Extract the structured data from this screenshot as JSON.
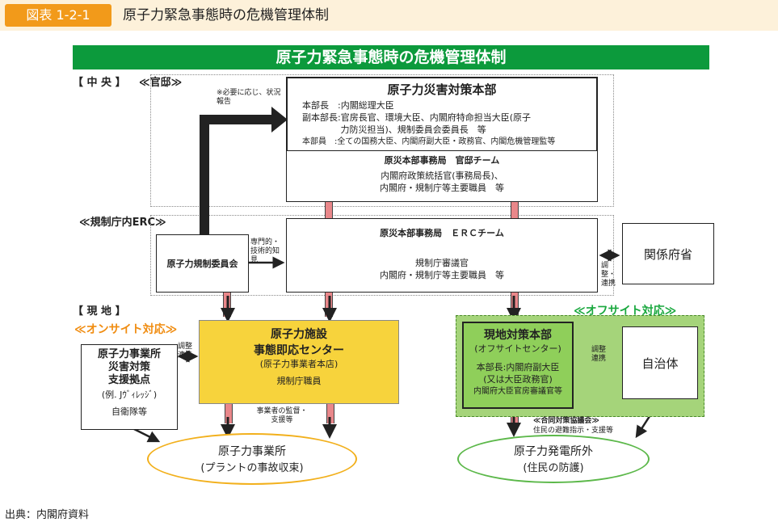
{
  "figure": {
    "number": "図表 1-2-1",
    "title": "原子力緊急事態時の危機管理体制"
  },
  "banner": "原子力緊急事態時の危機管理体制",
  "sections": {
    "central": "【 中 央 】",
    "kantei": "≪官邸≫",
    "erc": "≪規制庁内ERC≫",
    "local": "【 現 地 】",
    "onsite": "≪オンサイト対応≫",
    "offsite": "≪オフサイト対応≫"
  },
  "notes": {
    "report": "※必要に応じ、状況報告",
    "expertise": "専門的・技術的知見",
    "coord1": "調整・連携",
    "coord2": "調整連携",
    "coord3": "調整連携",
    "supervise": "事業者の監督・支援等",
    "joint_council": "≪合同対策協議会≫",
    "evac": "住民の避難指示・支援等"
  },
  "hq": {
    "title": "原子力災害対策本部",
    "lines": [
      "本部長　:内閣総理大臣",
      "副本部長:官房長官、環境大臣、内閣府特命担当大臣(原子",
      "　　　　 力防災担当)、規制委員会委員長　等",
      "本部員　:全ての国務大臣、内閣府副大臣・政務官、内閣危機管理監等"
    ],
    "team_title": "原災本部事務局　官邸チーム",
    "team_lines": [
      "内閣府政策統括官(事務局長)、",
      "内閣府・規制庁等主要職員　等"
    ]
  },
  "erc_team": {
    "title": "原災本部事務局　ＥＲＣチーム",
    "lines": [
      "規制庁審議官",
      "内閣府・規制庁等主要職員　等"
    ]
  },
  "nra": "原子力規制委員会",
  "ministries": "関係府省",
  "response_center": {
    "title1": "原子力施設",
    "title2": "事態即応センター",
    "sub": "(原子力事業者本店)",
    "staff": "規制庁職員"
  },
  "support_base": {
    "title": "原子力事業所\n災害対策\n支援拠点",
    "sub": "(例. Jｳﾞｨﾚｯｼﾞ)",
    "sdf": "自衛隊等"
  },
  "local_hq": {
    "title": "現地対策本部",
    "sub": "(オフサイトセンター)",
    "line1": "本部長:内閣府副大臣",
    "line2": "(又は大臣政務官)",
    "line3": "内閣府大臣官房審議官等"
  },
  "municipality": "自治体",
  "plant": {
    "title": "原子力事業所",
    "sub": "(プラントの事故収束)"
  },
  "outside": {
    "title": "原子力発電所外",
    "sub": "(住民の防護)"
  },
  "source": "出典：内閣府資料",
  "colors": {
    "banner": "#0c9a3c",
    "accent": "#f29a1a",
    "yellow": "#f7d33c",
    "green_zone": "#a5d47a",
    "connector": "#e9878a"
  }
}
